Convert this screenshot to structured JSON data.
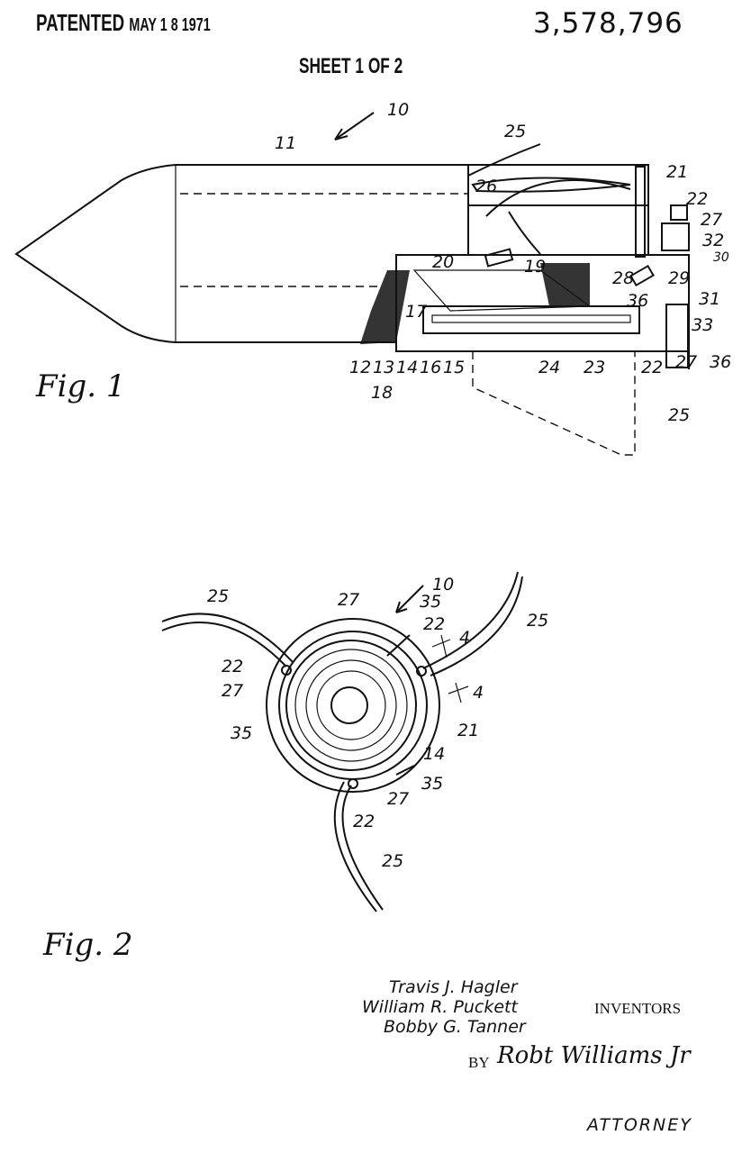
{
  "header": {
    "patented_label": "PATENTED",
    "date": "MAY 1 8 1971",
    "patent_number": "3,578,796",
    "sheet": "SHEET 1 OF 2"
  },
  "fig1": {
    "title": "Fig. 1",
    "labels": [
      "10",
      "11",
      "25",
      "26",
      "21",
      "22",
      "27",
      "32",
      "30",
      "20",
      "19",
      "28",
      "29",
      "31",
      "36",
      "33",
      "17",
      "12",
      "13",
      "14",
      "16",
      "15",
      "18",
      "24",
      "23",
      "22",
      "27",
      "36",
      "25"
    ]
  },
  "fig2": {
    "title": "Fig. 2",
    "labels": [
      "10",
      "25",
      "27",
      "35",
      "22",
      "4",
      "25",
      "22",
      "27",
      "35",
      "4",
      "21",
      "14",
      "35",
      "27",
      "22",
      "25"
    ]
  },
  "inventors": {
    "names": [
      "Travis J. Hagler",
      "William R. Puckett",
      "Bobby G. Tanner"
    ],
    "inventors_label": "INVENTORS",
    "by_label": "BY",
    "signature": "Robt Williams Jr",
    "attorney_label": "ATTORNEY"
  }
}
